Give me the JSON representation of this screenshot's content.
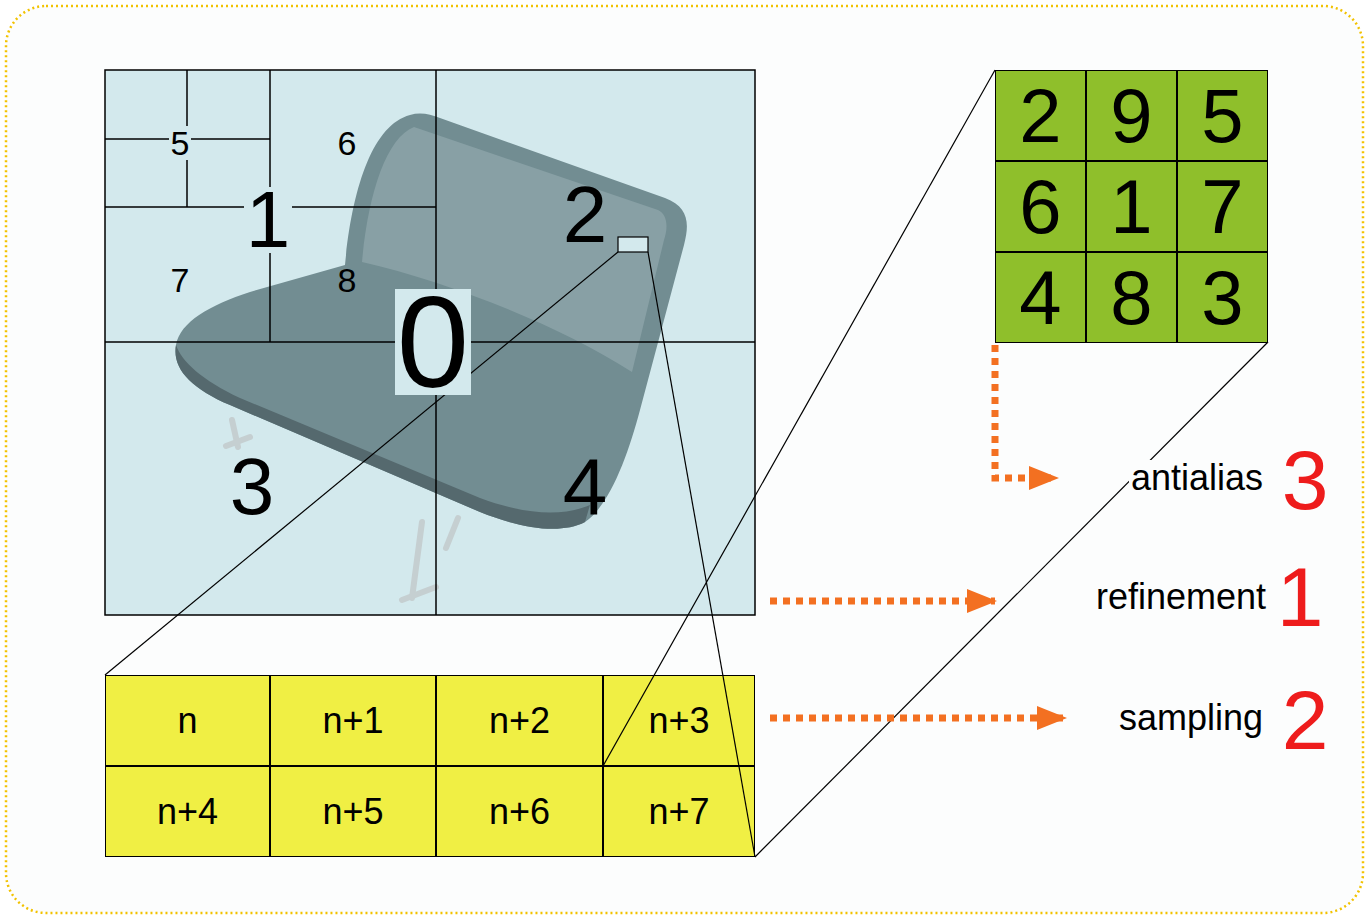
{
  "diagram": {
    "nodes": [
      {
        "text": [
          "2"
        ]
      },
      {
        "text": [
          "9"
        ]
      },
      {
        "text": [
          "5"
        ]
      },
      {
        "text": [
          "6"
        ]
      },
      {
        "text": [
          "1"
        ]
      },
      {
        "text": [
          "7"
        ]
      },
      {
        "text": [
          "4"
        ]
      },
      {
        "text": [
          "8"
        ]
      },
      {
        "text": [
          "3"
        ]
      },
      {
        "text": [
          "n"
        ]
      },
      {
        "text": [
          "n+1"
        ]
      },
      {
        "text": [
          "n+2"
        ]
      },
      {
        "text": [
          "n+3"
        ]
      },
      {
        "text": [
          "n+4"
        ]
      },
      {
        "text": [
          "n+5"
        ]
      },
      {
        "text": [
          "n+6"
        ]
      },
      {
        "text": [
          "n+7"
        ]
      }
    ],
    "labels": [
      "5",
      "6",
      "1",
      "2",
      "7",
      "8",
      "0",
      "3",
      "4",
      "antialias",
      "3",
      "refinement",
      "1",
      "sampling",
      "2"
    ]
  }
}
